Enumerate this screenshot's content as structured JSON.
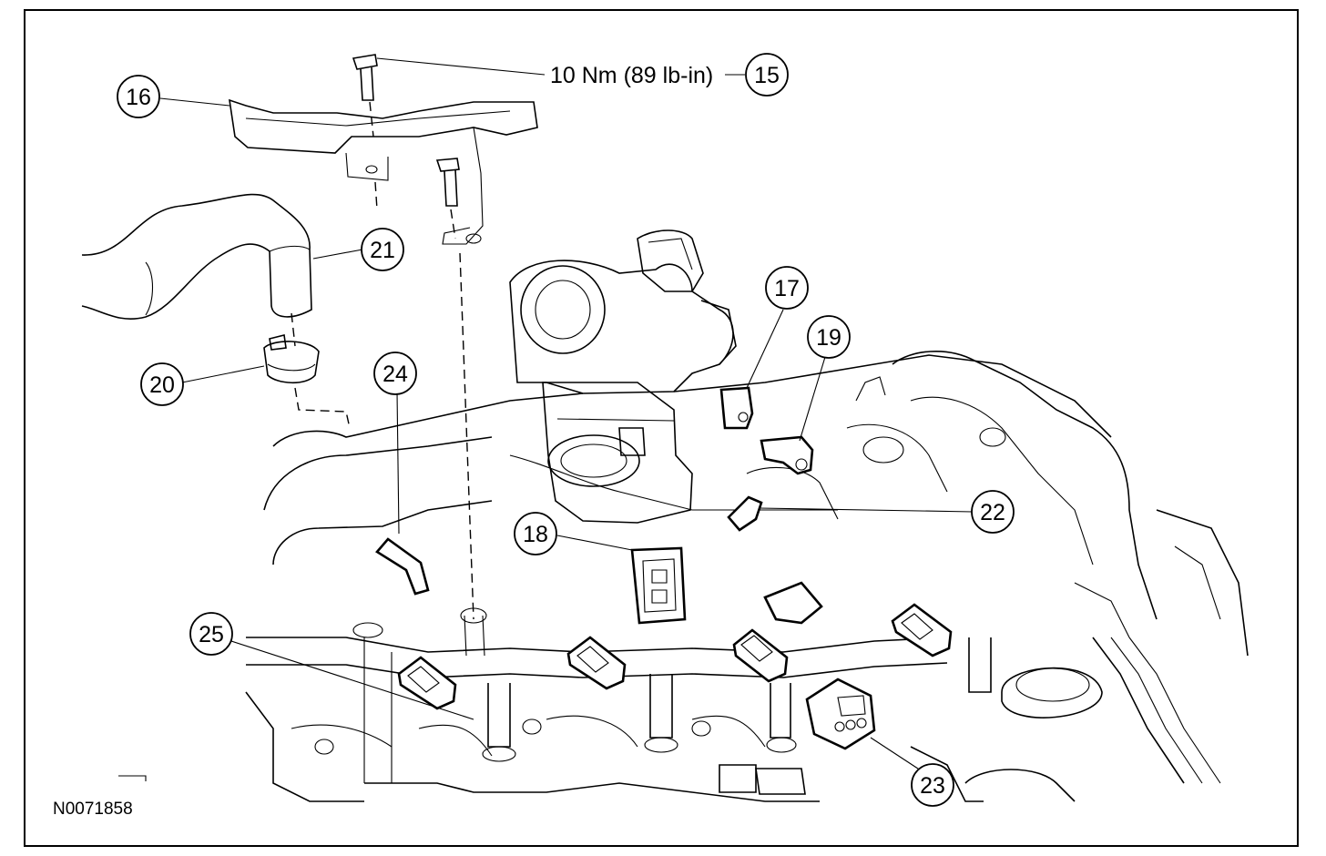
{
  "figure_id": "N0071858",
  "torque_spec": "10 Nm (89 lb-in)",
  "callouts": {
    "c15": "15",
    "c16": "16",
    "c17": "17",
    "c18": "18",
    "c19": "19",
    "c20": "20",
    "c21": "21",
    "c22": "22",
    "c23": "23",
    "c24": "24",
    "c25": "25"
  }
}
